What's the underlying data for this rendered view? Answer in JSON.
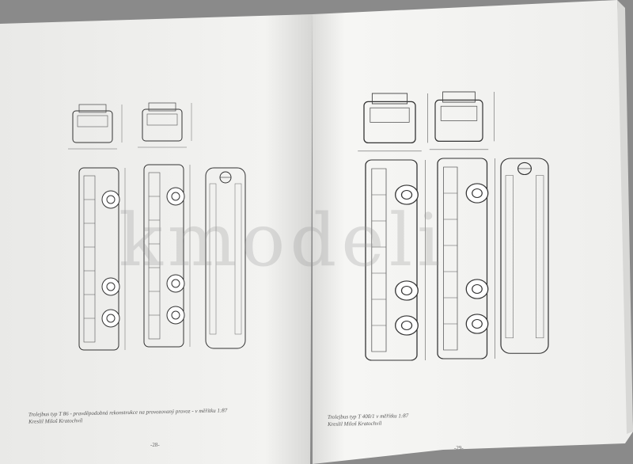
{
  "left_page": {
    "caption_line1": "Trolejbus typ T 86 - pravděpodobná rekonstrukce na provozovaný provoz - v měřítku 1:87",
    "caption_line2": "Kreslil Miloš Kratochvíl",
    "page_number": "-28-"
  },
  "right_page": {
    "caption_line1": "Trolejbus typ T 400/1 v měřítku 1:87",
    "caption_line2": "Kreslil Miloš Kratochvíl",
    "page_number": "-29-"
  },
  "watermark": "kmodeli",
  "colors": {
    "paper": "#f4f4f2",
    "ink": "#333333",
    "background": "#8a8a8a"
  }
}
